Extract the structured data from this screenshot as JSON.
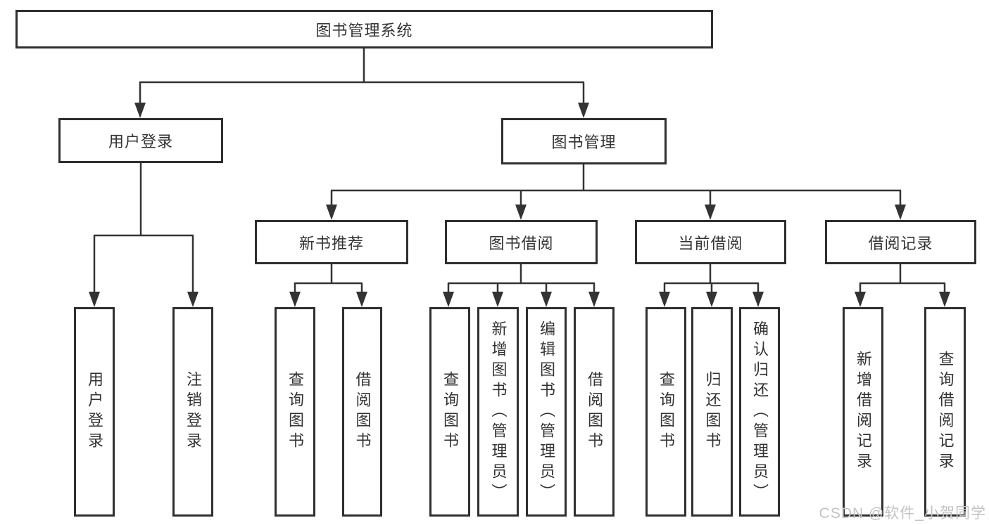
{
  "diagram": {
    "title": "图书管理系统",
    "root": {
      "label": "图书管理系统"
    },
    "level2": {
      "user_login": {
        "label": "用户登录"
      },
      "book_mgmt": {
        "label": "图书管理"
      }
    },
    "level3": {
      "new_book_rec": {
        "label": "新书推荐"
      },
      "book_borrow": {
        "label": "图书借阅"
      },
      "current_borrow": {
        "label": "当前借阅"
      },
      "borrow_record": {
        "label": "借阅记录"
      }
    },
    "leaves": {
      "user_login": {
        "label": "用户登录"
      },
      "user_logout": {
        "label": "注销登录"
      },
      "nb_query_book": {
        "label": "查询图书"
      },
      "nb_borrow_book": {
        "label": "借阅图书"
      },
      "bb_query_book": {
        "label": "查询图书"
      },
      "bb_add_book_admin": {
        "label": "新增图书（管理员）"
      },
      "bb_edit_book_admin": {
        "label": "编辑图书（管理员）"
      },
      "bb_borrow_book": {
        "label": "借阅图书"
      },
      "cb_query_book": {
        "label": "查询图书"
      },
      "cb_return_book": {
        "label": "归还图书"
      },
      "cb_confirm_return_admin": {
        "label": "确认归还（管理员）"
      },
      "br_add_record": {
        "label": "新增借阅记录"
      },
      "br_query_record": {
        "label": "查询借阅记录"
      }
    }
  },
  "watermark": {
    "text": "CSDN @软件_小贺同学"
  },
  "colors": {
    "line": "#333333",
    "border": "#2f2f2f",
    "text": "#333333",
    "background": "#ffffff",
    "watermark": "#c3c3c3"
  }
}
